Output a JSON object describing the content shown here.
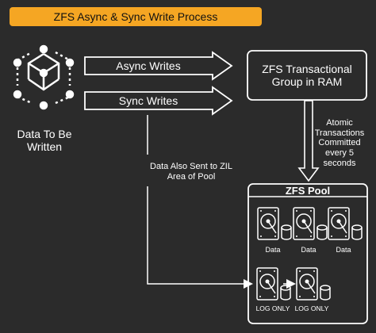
{
  "title": "ZFS Async & Sync Write Process",
  "source": {
    "label": "Data To Be Written"
  },
  "arrows": {
    "async_label": "Async Writes",
    "sync_label": "Sync Writes",
    "zil_note": "Data Also Sent to ZIL Area of Pool",
    "commit_note": "Atomic Transactions Committed every 5 seconds"
  },
  "ram_box": {
    "label": "ZFS Transactional Group in RAM"
  },
  "pool": {
    "title": "ZFS Pool",
    "data_disks": [
      "Data",
      "Data",
      "Data"
    ],
    "log_disks": [
      "LOG ONLY",
      "LOG ONLY"
    ]
  },
  "colors": {
    "background": "#2b2b2b",
    "title_bg": "#f5a623",
    "stroke": "#ffffff"
  },
  "icons": {
    "source": "cube-network-icon",
    "disk": "hard-drive-icon"
  }
}
